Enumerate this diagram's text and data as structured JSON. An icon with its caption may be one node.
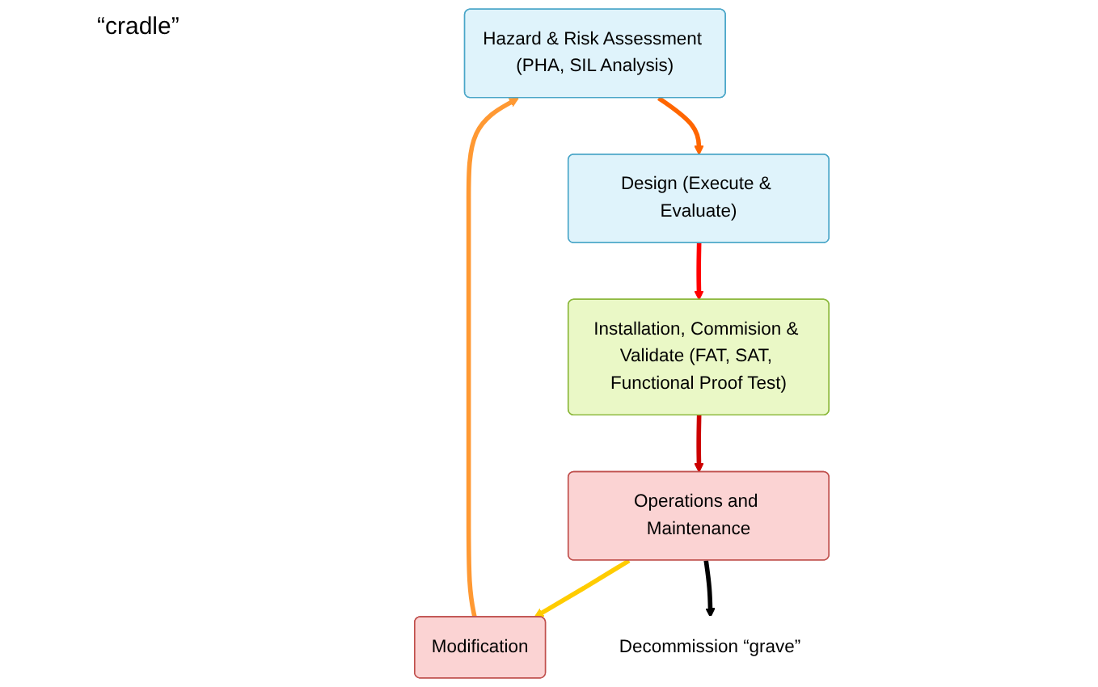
{
  "diagram": {
    "nodes": [
      {
        "text": [
          "Hazard & Risk Assessment (PHA, SIL Analysis)"
        ]
      },
      {
        "text": [
          "Design (Execute & Evaluate)"
        ]
      },
      {
        "text": [
          "Installation, Commision & Validate (FAT, SAT, Functional Proof Test)"
        ]
      },
      {
        "text": [
          "Operations and Maintenance"
        ]
      },
      {
        "text": [
          "Modification"
        ]
      },
      {
        "text": [
          "Decommission “grave”"
        ]
      }
    ],
    "edges": [
      {
        "from": 0,
        "to": 1,
        "arrow": "to",
        "color": "#ff6600"
      },
      {
        "from": 1,
        "to": 2,
        "arrow": "to",
        "color": "#ff0000"
      },
      {
        "from": 2,
        "to": 3,
        "arrow": "to",
        "color": "#cc0000"
      },
      {
        "from": 3,
        "to": 4,
        "arrow": "to",
        "color": "#ffcc00"
      },
      {
        "from": 4,
        "to": 0,
        "arrow": "to",
        "color": "#ff9933"
      },
      {
        "from": 3,
        "to": 5,
        "arrow": "to",
        "color": "#000000"
      }
    ],
    "labels": [
      "“cradle”"
    ]
  }
}
